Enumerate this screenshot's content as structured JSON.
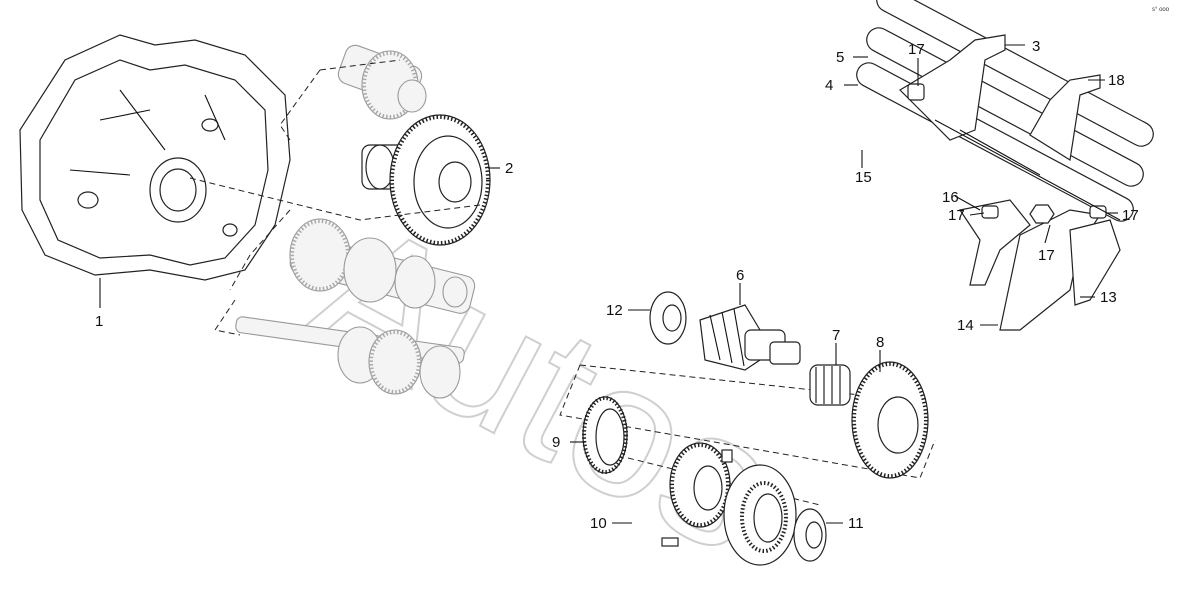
{
  "diagram": {
    "watermark": "Autos",
    "corner_code": "s° ooo",
    "callouts": [
      "1",
      "2",
      "3",
      "4",
      "5",
      "6",
      "7",
      "8",
      "9",
      "10",
      "11",
      "12",
      "13",
      "14",
      "15",
      "16",
      "17",
      "17",
      "17",
      "17",
      "18"
    ]
  }
}
